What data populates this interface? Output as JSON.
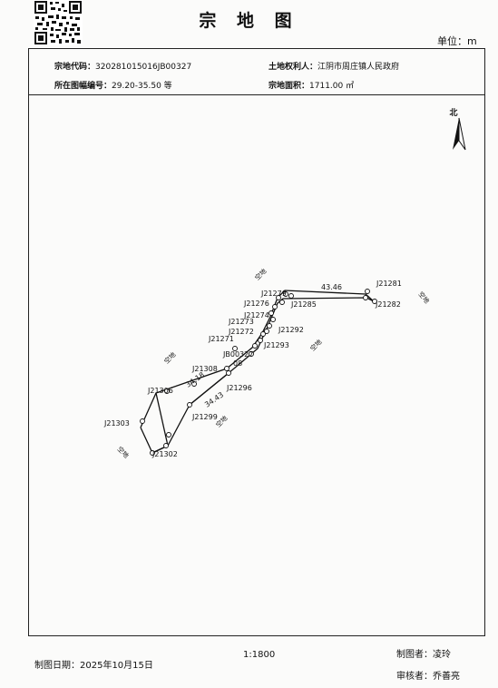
{
  "title": "宗 地 图",
  "unit": "单位：m",
  "header": {
    "code_label": "宗地代码：",
    "code_value": "320281015016JB00327",
    "owner_label": "土地权利人：",
    "owner_value": "江阴市周庄镇人民政府",
    "sheet_label": "所在图幅编号：",
    "sheet_value": "29.20-35.50 等",
    "area_label": "宗地面积：",
    "area_value": "1711.00 ㎡"
  },
  "map": {
    "north_label": "北",
    "parcel_label": "JB00327",
    "parcel_sublabel": "08",
    "vertices": [
      {
        "label": "J21281"
      },
      {
        "label": "J21282"
      },
      {
        "label": "J21285"
      },
      {
        "label": "J21279"
      },
      {
        "label": "J21276"
      },
      {
        "label": "J21274"
      },
      {
        "label": "J21273"
      },
      {
        "label": "J21292"
      },
      {
        "label": "J21272"
      },
      {
        "label": "J21271"
      },
      {
        "label": "J21293"
      },
      {
        "label": "J21308"
      },
      {
        "label": "J21306"
      },
      {
        "label": "J21296"
      },
      {
        "label": "J21299"
      },
      {
        "label": "J21303"
      },
      {
        "label": "J21302"
      }
    ],
    "dimensions": [
      "43.46",
      "34.18",
      "34.43"
    ],
    "neighbors": [
      "空地",
      "空地",
      "空地",
      "空地",
      "空地",
      "空地"
    ]
  },
  "footer": {
    "date_label": "制图日期：",
    "date_value": "2025年10月15日",
    "scale": "1:1800",
    "drafter_label": "制图者：",
    "drafter_value": "凌玲",
    "reviewer_label": "审核者：",
    "reviewer_value": "乔善亮"
  },
  "colors": {
    "ink": "#111111",
    "paper": "#fbfbfa"
  }
}
